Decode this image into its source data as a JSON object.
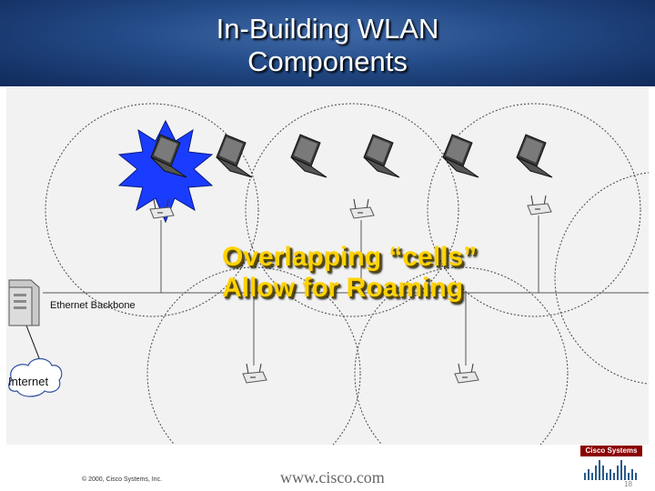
{
  "slide": {
    "title_line1": "In-Building WLAN",
    "title_line2": "Components",
    "callout_line1": "Overlapping “cells”",
    "callout_line2": "Allow for Roaming"
  },
  "diagram": {
    "backbone_label": "Ethernet Backbone",
    "internet_label": "Internet",
    "access_points": 5,
    "laptops": 6,
    "cells": 6,
    "icons": [
      "server-icon",
      "cloud-icon",
      "access-point-icon",
      "laptop-icon",
      "starburst-icon"
    ],
    "colors": {
      "header": "#234a86",
      "callout": "#ffd200",
      "starburst": "#1a3cff",
      "logo": "#8b0000"
    }
  },
  "footer": {
    "copyright": "© 2000, Cisco Systems, Inc.",
    "url": "www.cisco.com",
    "logo_text": "Cisco Systems",
    "page_number": "18"
  }
}
